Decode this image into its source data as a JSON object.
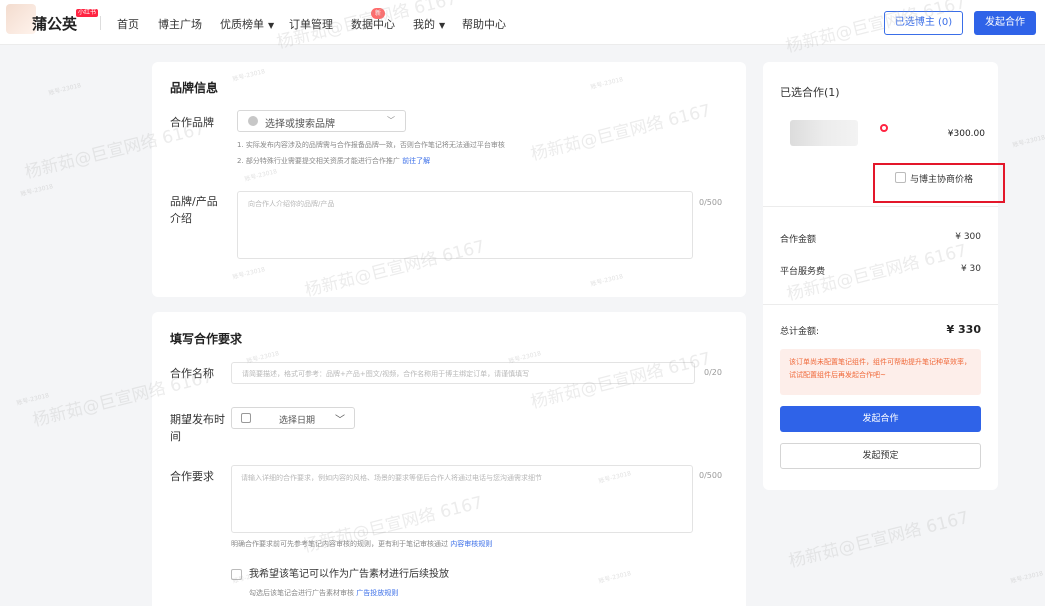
{
  "brand": {
    "name": "蒲公英",
    "badge": "小红书"
  },
  "nav": {
    "items": [
      {
        "label": "首页"
      },
      {
        "label": "博主广场"
      },
      {
        "label": "优质榜单",
        "caret": "▼"
      },
      {
        "label": "订单管理"
      },
      {
        "label": "数据中心",
        "badge": "新"
      },
      {
        "label": "我的",
        "caret": "▼"
      },
      {
        "label": "帮助中心"
      }
    ],
    "selected_bloggers_btn": "已选博主 (0)",
    "launch_btn": "发起合作"
  },
  "brand_info": {
    "title": "品牌信息",
    "brand_label": "合作品牌",
    "brand_select_placeholder": "选择或搜索品牌",
    "hint1": "1. 实际发布内容涉及的品牌需与合作报备品牌一致，否则合作笔记将无法通过平台审核",
    "hint2": "2. 部分特殊行业需要提交相关资质才能进行合作推广",
    "hint2_link": "前往了解",
    "intro_label_1": "品牌/产品",
    "intro_label_2": "介绍",
    "intro_placeholder": "向合作人介绍你的品牌/产品",
    "intro_counter": "0/500"
  },
  "requirements": {
    "title": "填写合作要求",
    "name_label": "合作名称",
    "name_placeholder": "请简要描述，格式可参考：品牌+产品+图文/视频，合作名称用于博主绑定订单，请谨慎填写",
    "name_counter": "0/20",
    "time_label_1": "期望发布时",
    "time_label_2": "间",
    "date_placeholder": "选择日期",
    "req_label": "合作要求",
    "req_placeholder": "请输入详细的合作要求，例如内容的风格、场景的要求等便后合作人将通过电话与您沟通需求细节",
    "req_counter": "0/500",
    "req_hint": "明确合作要求前可先参考笔记内容审核的规则，更有利于笔记审核通过",
    "req_hint_link": "内容审核规则",
    "ad_checkbox_label": "我希望该笔记可以作为广告素材进行后续投放",
    "ad_hint": "勾选后该笔记会进行广告素材审核",
    "ad_hint_link": "广告投放规则"
  },
  "side": {
    "title": "已选合作(1)",
    "item_price": "¥300.00",
    "negotiate_label": "与博主协商价格",
    "amount_label": "合作金额",
    "amount_value": "¥ 300",
    "fee_label": "平台服务费",
    "fee_value": "¥ 30",
    "total_label": "总计金额:",
    "total_value": "¥ 330",
    "notice": "该订单尚未配置笔记组件，组件可帮助提升笔记种草效率，试试配置组件后再发起合作吧~",
    "primary_btn": "发起合作",
    "secondary_btn": "发起预定"
  },
  "watermark": {
    "text": "杨新茹@巨宣网络 6167",
    "small": "账号-23018"
  },
  "icons": [
    "user-circle-icon",
    "chevron-down-icon",
    "calendar-icon",
    "checkbox-icon"
  ],
  "colors": {
    "primary": "#2f63e8",
    "highlight_border": "#e3172a",
    "notice_text": "#f0693a",
    "brand_red": "#ff2442"
  }
}
